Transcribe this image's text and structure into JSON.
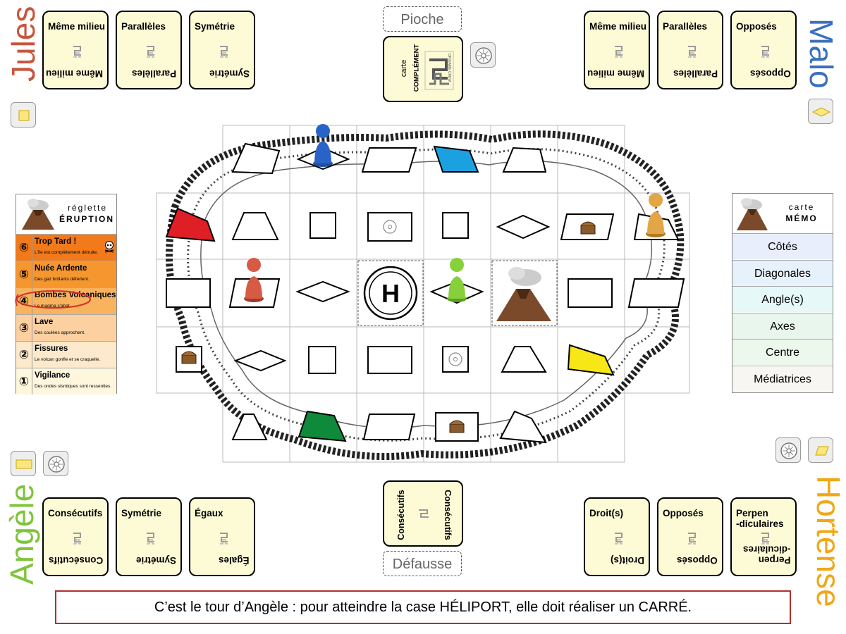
{
  "players": {
    "jules": {
      "name": "Jules",
      "color": "#c8553d",
      "cards": [
        {
          "top": "Même milieu",
          "bottom": "Même milieu"
        },
        {
          "top": "Parallèles",
          "bottom": "Parallèles"
        },
        {
          "top": "Symétrie",
          "bottom": "Symétrie"
        }
      ]
    },
    "malo": {
      "name": "Malo",
      "color": "#3a6fc0",
      "cards": [
        {
          "top": "Même milieu",
          "bottom": "Même milieu"
        },
        {
          "top": "Parallèles",
          "bottom": "Parallèles"
        },
        {
          "top": "Opposés",
          "bottom": "Opposés"
        }
      ]
    },
    "angele": {
      "name": "Angèle",
      "color": "#7fc43a",
      "cards": [
        {
          "top": "Consécutifs",
          "bottom": "Consécutifs"
        },
        {
          "top": "Symétrie",
          "bottom": "Symétrie"
        },
        {
          "top": "Égaux",
          "bottom": "Égales"
        }
      ]
    },
    "hortense": {
      "name": "Hortense",
      "color": "#f0a818",
      "cards": [
        {
          "top": "Droit(s)",
          "bottom": "Droit(s)"
        },
        {
          "top": "Opposés",
          "bottom": "Opposés"
        },
        {
          "top": "Perpen\n-diculaires",
          "bottom": "Perpen\n-diculaires"
        }
      ]
    }
  },
  "piles": {
    "pioche": "Pioche",
    "defausse": "Défausse",
    "complement_line1": "carte",
    "complement_line2": "COMPLÉMENT",
    "logo_text": "ORIGAME CREW",
    "discard_top": "Consécutifs",
    "discard_bottom": "Consécutifs"
  },
  "reglette": {
    "line1": "réglette",
    "line2": "ÉRUPTION",
    "rows": [
      {
        "num": "⑥",
        "title": "Trop Tard !",
        "sub": "L'île est complètement détruite.",
        "bg": "#f27a1a"
      },
      {
        "num": "⑤",
        "title": "Nuée Ardente",
        "sub": "Des gaz brûlants déferlent.",
        "bg": "#f6962f"
      },
      {
        "num": "④",
        "title": "Bombes Volcaniques",
        "sub": "Le magma s'abat.",
        "bg": "#f9b35f"
      },
      {
        "num": "③",
        "title": "Lave",
        "sub": "Des coulées approchent.",
        "bg": "#fcd0a0"
      },
      {
        "num": "②",
        "title": "Fissures",
        "sub": "Le volcan gonfle et se craquelle.",
        "bg": "#fde9cb"
      },
      {
        "num": "①",
        "title": "Vigilance",
        "sub": "Des ondes sismiques sont ressenties.",
        "bg": "#fef6dd"
      }
    ]
  },
  "memo": {
    "line1": "carte",
    "line2": "MÉMO",
    "items": [
      {
        "label": "Côtés",
        "bg": "#e8eefb"
      },
      {
        "label": "Diagonales",
        "bg": "#e6f2fb"
      },
      {
        "label": "Angle(s)",
        "bg": "#e6f8f8"
      },
      {
        "label": "Axes",
        "bg": "#e8f6ee"
      },
      {
        "label": "Centre",
        "bg": "#ecf8ec"
      },
      {
        "label": "Médiatrices",
        "bg": "#f8f6f2"
      }
    ]
  },
  "board": {
    "heliport_letter": "H"
  },
  "colors": {
    "card_bg": "#fdfbd6",
    "message_border": "#b03030",
    "red_tile": "#e01e26",
    "blue_tile": "#1ba1e0",
    "green_tile": "#0e8a3a",
    "yellow_tile": "#f8e616",
    "shape_yellow": "#fbe680"
  },
  "message": "C’est le tour d’Angèle : pour atteindre la case HÉLIPORT, elle doit réaliser un CARRÉ."
}
